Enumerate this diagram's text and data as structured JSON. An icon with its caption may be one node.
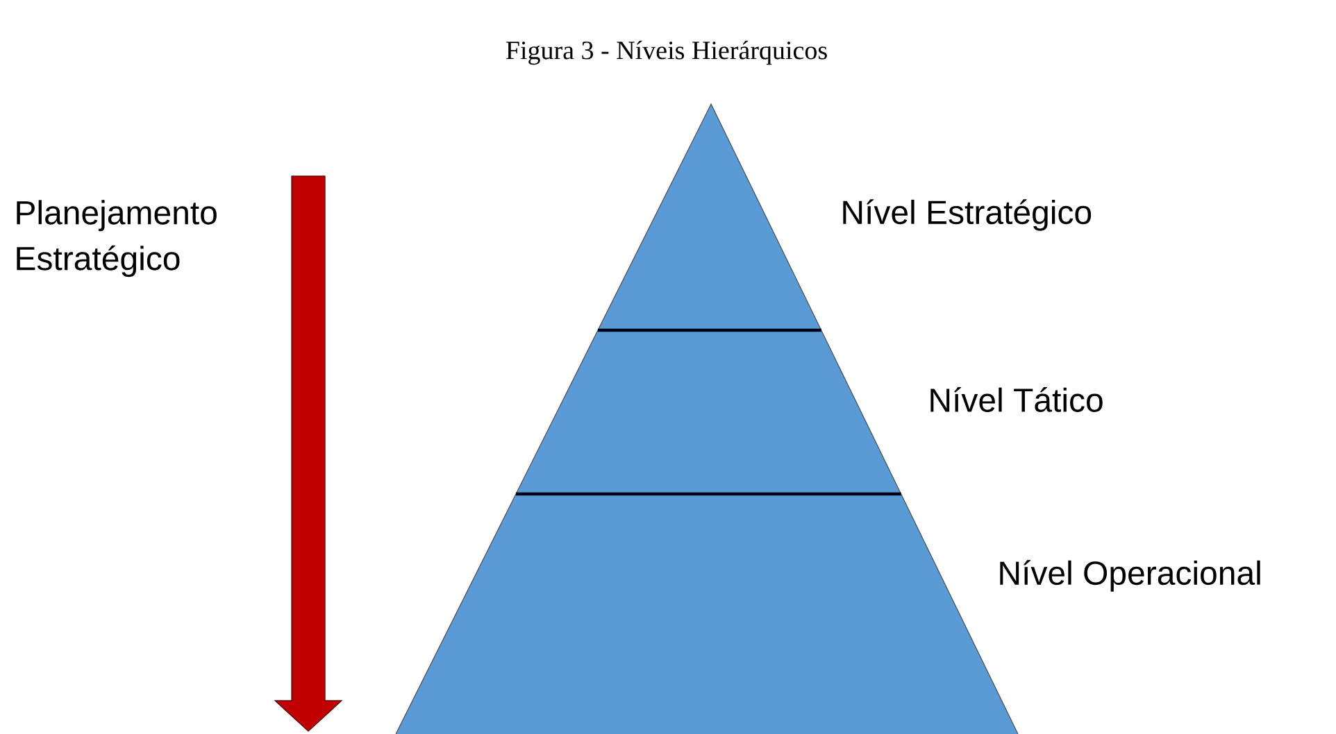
{
  "diagram": {
    "title": "Figura 3 - Níveis Hierárquicos",
    "nodes": [
      {
        "text": [
          "Nível Estratégico"
        ]
      },
      {
        "text": [
          "Nível Tático"
        ]
      },
      {
        "text": [
          "Nível Operacional"
        ]
      }
    ],
    "labels": [
      "Planejamento Estratégico"
    ]
  }
}
